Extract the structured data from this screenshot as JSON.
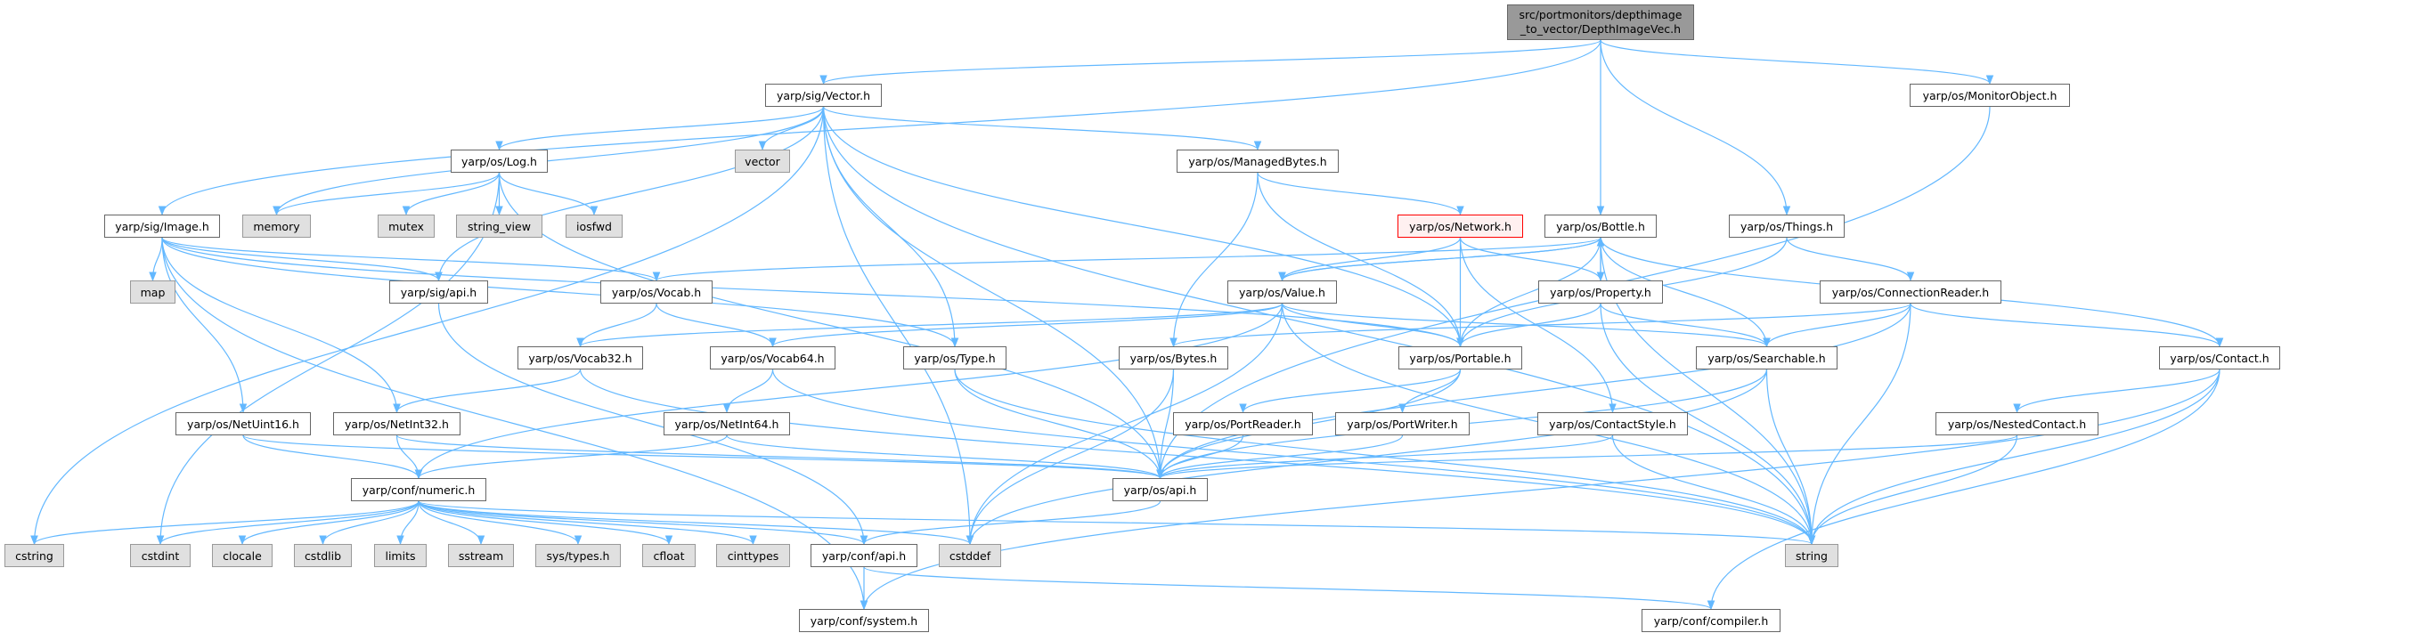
{
  "colors": {
    "edge": "#63b8ff",
    "root_fill": "#999999",
    "external_fill": "#e0e0e0",
    "highlight_border": "#ff0000"
  },
  "nodes": [
    {
      "id": "root",
      "label": [
        "src/portmonitors/depthimage",
        "_to_vector/DepthImageVec.h"
      ],
      "kind": "root"
    },
    {
      "id": "vector_h",
      "label": "yarp/sig/Vector.h",
      "kind": "normal"
    },
    {
      "id": "monitorobject",
      "label": "yarp/os/MonitorObject.h",
      "kind": "normal"
    },
    {
      "id": "log",
      "label": "yarp/os/Log.h",
      "kind": "normal"
    },
    {
      "id": "vector",
      "label": "vector",
      "kind": "external"
    },
    {
      "id": "managedbytes",
      "label": "yarp/os/ManagedBytes.h",
      "kind": "normal"
    },
    {
      "id": "image",
      "label": "yarp/sig/Image.h",
      "kind": "normal"
    },
    {
      "id": "memory",
      "label": "memory",
      "kind": "external"
    },
    {
      "id": "mutex",
      "label": "mutex",
      "kind": "external"
    },
    {
      "id": "string_view",
      "label": "string_view",
      "kind": "external"
    },
    {
      "id": "iosfwd",
      "label": "iosfwd",
      "kind": "external"
    },
    {
      "id": "network",
      "label": "yarp/os/Network.h",
      "kind": "red"
    },
    {
      "id": "bottle",
      "label": "yarp/os/Bottle.h",
      "kind": "normal"
    },
    {
      "id": "things",
      "label": "yarp/os/Things.h",
      "kind": "normal"
    },
    {
      "id": "map",
      "label": "map",
      "kind": "external"
    },
    {
      "id": "sigapi",
      "label": "yarp/sig/api.h",
      "kind": "normal"
    },
    {
      "id": "vocab",
      "label": "yarp/os/Vocab.h",
      "kind": "normal"
    },
    {
      "id": "value",
      "label": "yarp/os/Value.h",
      "kind": "normal"
    },
    {
      "id": "property",
      "label": "yarp/os/Property.h",
      "kind": "normal"
    },
    {
      "id": "connectionreader",
      "label": "yarp/os/ConnectionReader.h",
      "kind": "normal"
    },
    {
      "id": "vocab32",
      "label": "yarp/os/Vocab32.h",
      "kind": "normal"
    },
    {
      "id": "vocab64",
      "label": "yarp/os/Vocab64.h",
      "kind": "normal"
    },
    {
      "id": "type",
      "label": "yarp/os/Type.h",
      "kind": "normal"
    },
    {
      "id": "bytes",
      "label": "yarp/os/Bytes.h",
      "kind": "normal"
    },
    {
      "id": "portable",
      "label": "yarp/os/Portable.h",
      "kind": "normal"
    },
    {
      "id": "searchable",
      "label": "yarp/os/Searchable.h",
      "kind": "normal"
    },
    {
      "id": "contact",
      "label": "yarp/os/Contact.h",
      "kind": "normal"
    },
    {
      "id": "netuint16",
      "label": "yarp/os/NetUint16.h",
      "kind": "normal"
    },
    {
      "id": "netint32",
      "label": "yarp/os/NetInt32.h",
      "kind": "normal"
    },
    {
      "id": "netint64",
      "label": "yarp/os/NetInt64.h",
      "kind": "normal"
    },
    {
      "id": "portreader",
      "label": "yarp/os/PortReader.h",
      "kind": "normal"
    },
    {
      "id": "portwriter",
      "label": "yarp/os/PortWriter.h",
      "kind": "normal"
    },
    {
      "id": "contactstyle",
      "label": "yarp/os/ContactStyle.h",
      "kind": "normal"
    },
    {
      "id": "nestedcontact",
      "label": "yarp/os/NestedContact.h",
      "kind": "normal"
    },
    {
      "id": "numeric",
      "label": "yarp/conf/numeric.h",
      "kind": "normal"
    },
    {
      "id": "osapi",
      "label": "yarp/os/api.h",
      "kind": "normal"
    },
    {
      "id": "cstring",
      "label": "cstring",
      "kind": "external"
    },
    {
      "id": "cstdint",
      "label": "cstdint",
      "kind": "external"
    },
    {
      "id": "clocale",
      "label": "clocale",
      "kind": "external"
    },
    {
      "id": "cstdlib",
      "label": "cstdlib",
      "kind": "external"
    },
    {
      "id": "limits",
      "label": "limits",
      "kind": "external"
    },
    {
      "id": "sstream",
      "label": "sstream",
      "kind": "external"
    },
    {
      "id": "systypes",
      "label": "sys/types.h",
      "kind": "external"
    },
    {
      "id": "cfloat",
      "label": "cfloat",
      "kind": "external"
    },
    {
      "id": "cinttypes",
      "label": "cinttypes",
      "kind": "external"
    },
    {
      "id": "confapi",
      "label": "yarp/conf/api.h",
      "kind": "normal"
    },
    {
      "id": "cstddef",
      "label": "cstddef",
      "kind": "external"
    },
    {
      "id": "string",
      "label": "string",
      "kind": "external"
    },
    {
      "id": "system",
      "label": "yarp/conf/system.h",
      "kind": "normal"
    },
    {
      "id": "compiler",
      "label": "yarp/conf/compiler.h",
      "kind": "normal"
    }
  ],
  "edges": [
    [
      "root",
      "vector_h"
    ],
    [
      "root",
      "image"
    ],
    [
      "root",
      "bottle"
    ],
    [
      "root",
      "things"
    ],
    [
      "root",
      "monitorobject"
    ],
    [
      "monitorobject",
      "osapi"
    ],
    [
      "vector_h",
      "cstring"
    ],
    [
      "vector_h",
      "memory"
    ],
    [
      "vector_h",
      "log"
    ],
    [
      "vector_h",
      "sigapi"
    ],
    [
      "vector_h",
      "vector"
    ],
    [
      "vector_h",
      "type"
    ],
    [
      "vector_h",
      "managedbytes"
    ],
    [
      "vector_h",
      "portable"
    ],
    [
      "vector_h",
      "string"
    ],
    [
      "vector_h",
      "osapi"
    ],
    [
      "vector_h",
      "cstddef"
    ],
    [
      "image",
      "map"
    ],
    [
      "image",
      "sigapi"
    ],
    [
      "image",
      "vocab"
    ],
    [
      "image",
      "netint32"
    ],
    [
      "image",
      "netuint16"
    ],
    [
      "image",
      "system"
    ],
    [
      "image",
      "type"
    ],
    [
      "image",
      "portable"
    ],
    [
      "log",
      "memory"
    ],
    [
      "log",
      "mutex"
    ],
    [
      "log",
      "string_view"
    ],
    [
      "log",
      "iosfwd"
    ],
    [
      "log",
      "cstdint"
    ],
    [
      "log",
      "osapi"
    ],
    [
      "sigapi",
      "confapi"
    ],
    [
      "vocab",
      "vocab32"
    ],
    [
      "vocab",
      "vocab64"
    ],
    [
      "vocab32",
      "netint32"
    ],
    [
      "vocab32",
      "string"
    ],
    [
      "vocab64",
      "netint64"
    ],
    [
      "vocab64",
      "string"
    ],
    [
      "netuint16",
      "numeric"
    ],
    [
      "netuint16",
      "osapi"
    ],
    [
      "netint32",
      "numeric"
    ],
    [
      "netint32",
      "osapi"
    ],
    [
      "netint64",
      "numeric"
    ],
    [
      "netint64",
      "osapi"
    ],
    [
      "numeric",
      "cstring"
    ],
    [
      "numeric",
      "cstdint"
    ],
    [
      "numeric",
      "clocale"
    ],
    [
      "numeric",
      "cstdlib"
    ],
    [
      "numeric",
      "limits"
    ],
    [
      "numeric",
      "sstream"
    ],
    [
      "numeric",
      "systypes"
    ],
    [
      "numeric",
      "cfloat"
    ],
    [
      "numeric",
      "cinttypes"
    ],
    [
      "numeric",
      "cstddef"
    ],
    [
      "numeric",
      "string"
    ],
    [
      "numeric",
      "confapi"
    ],
    [
      "managedbytes",
      "bytes"
    ],
    [
      "managedbytes",
      "network"
    ],
    [
      "managedbytes",
      "portable"
    ],
    [
      "network",
      "value"
    ],
    [
      "network",
      "portable"
    ],
    [
      "network",
      "property"
    ],
    [
      "network",
      "contactstyle"
    ],
    [
      "bottle",
      "value"
    ],
    [
      "bottle",
      "portable"
    ],
    [
      "bottle",
      "property"
    ],
    [
      "bottle",
      "searchable"
    ],
    [
      "bottle",
      "vocab"
    ],
    [
      "bottle",
      "string"
    ],
    [
      "bottle",
      "contact"
    ],
    [
      "value",
      "bottle"
    ],
    [
      "value",
      "vocab32"
    ],
    [
      "value",
      "vocab64"
    ],
    [
      "value",
      "numeric"
    ],
    [
      "value",
      "portable"
    ],
    [
      "value",
      "searchable"
    ],
    [
      "value",
      "cstddef"
    ],
    [
      "value",
      "string"
    ],
    [
      "property",
      "bottle"
    ],
    [
      "property",
      "portable"
    ],
    [
      "property",
      "searchable"
    ],
    [
      "property",
      "string"
    ],
    [
      "type",
      "osapi"
    ],
    [
      "type",
      "string"
    ],
    [
      "bytes",
      "osapi"
    ],
    [
      "bytes",
      "cstddef"
    ],
    [
      "portable",
      "portreader"
    ],
    [
      "portable",
      "portwriter"
    ],
    [
      "portable",
      "osapi"
    ],
    [
      "portreader",
      "osapi"
    ],
    [
      "portwriter",
      "osapi"
    ],
    [
      "contactstyle",
      "osapi"
    ],
    [
      "contactstyle",
      "string"
    ],
    [
      "osapi",
      "confapi"
    ],
    [
      "confapi",
      "system"
    ],
    [
      "confapi",
      "compiler"
    ],
    [
      "things",
      "portable"
    ],
    [
      "things",
      "connectionreader"
    ],
    [
      "connectionreader",
      "bytes"
    ],
    [
      "connectionreader",
      "searchable"
    ],
    [
      "connectionreader",
      "contact"
    ],
    [
      "connectionreader",
      "osapi"
    ],
    [
      "connectionreader",
      "string"
    ],
    [
      "searchable",
      "osapi"
    ],
    [
      "searchable",
      "string"
    ],
    [
      "searchable",
      "cstddef"
    ],
    [
      "contact",
      "nestedcontact"
    ],
    [
      "contact",
      "string"
    ],
    [
      "contact",
      "system"
    ],
    [
      "contact",
      "compiler"
    ],
    [
      "nestedcontact",
      "osapi"
    ],
    [
      "nestedcontact",
      "string"
    ]
  ]
}
